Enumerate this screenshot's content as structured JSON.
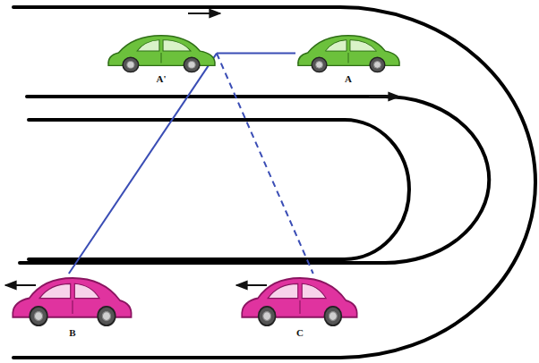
{
  "diagram": {
    "nodes": [
      {
        "text": [
          "A'"
        ]
      },
      {
        "text": [
          "A"
        ]
      },
      {
        "text": [
          "B"
        ]
      },
      {
        "text": [
          "C"
        ]
      }
    ],
    "edges": [
      {
        "from": 2,
        "to": 0,
        "arrow": "none"
      },
      {
        "from": 0,
        "to": 1,
        "arrow": "none"
      },
      {
        "from": 0,
        "to": 3,
        "arrow": "none"
      }
    ]
  }
}
